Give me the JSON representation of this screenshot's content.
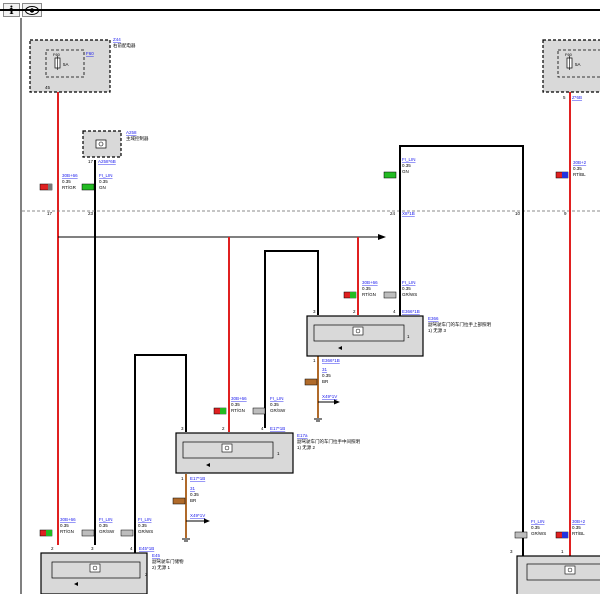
{
  "toolbar": {
    "info_label": "i",
    "view_icon": "eye-icon"
  },
  "colors": {
    "red_wire": "#e02020",
    "black_wire": "#000000",
    "brown_wire": "#b06a2a",
    "link": "#1a1aee",
    "module_fill": "#d9d9d9"
  },
  "modules": {
    "z44": {
      "code": "Z44",
      "name": "右前配电器",
      "fuse": "F60",
      "amp": "5A",
      "pin": "45"
    },
    "a258": {
      "code": "A258",
      "name": "主域控制器",
      "pin": "17",
      "conn": "A258*6B"
    },
    "z44r": {
      "fuse": "F60",
      "amp": "5A",
      "pin": "5",
      "conn": "Z*6B"
    },
    "e366": {
      "code": "E366",
      "name": "副驾驶车门的车门拉手上部照明",
      "note": "1)  无源 3",
      "conn": "E366*1B",
      "pin_a": "3",
      "pin_b": "2",
      "pin_c": "4",
      "pin_d": "1",
      "pin_right": "1"
    },
    "e17a": {
      "code": "E17a",
      "name": "副驾驶车门的车门拉手中间照明",
      "note": "1)  无源 2",
      "conn": "E17*1B",
      "pin_a": "3",
      "pin_b": "2",
      "pin_c": "4",
      "pin_d": "1",
      "pin_right": "1"
    },
    "e45": {
      "code": "E45",
      "name": "副驾驶车门储物",
      "note": "2)  无源 1",
      "conn": "E45*1B",
      "pin_a": "2",
      "pin_b": "3",
      "pin_c": "4",
      "pin_right": "2"
    }
  },
  "splice": {
    "pin_17": "17",
    "pin_23": "23",
    "pin_24": "24",
    "conn": "X8*1B",
    "pin_10": "10",
    "pin_9": "9",
    "pin_3r": "3",
    "pin_1r": "1"
  },
  "wires": {
    "w1": {
      "sig": "30B+66",
      "size": "0.35",
      "color": "RT/GR"
    },
    "w2": {
      "sig": "FI_LIN",
      "size": "0.35",
      "color": "GN"
    },
    "w3": {
      "sig": "FI_LIN",
      "size": "0.35",
      "color": "GN"
    },
    "w4": {
      "sig": "30B+66",
      "size": "0.35",
      "color": "RT/GN"
    },
    "w5": {
      "sig": "FI_LIN",
      "size": "0.35",
      "color": "GR/WS"
    },
    "w6": {
      "sig": "31",
      "size": "0.35",
      "color": "BR"
    },
    "w7": {
      "sig": "30B+66",
      "size": "0.35",
      "color": "RT/GN"
    },
    "w8": {
      "sig": "FI_LIN",
      "size": "0.35",
      "color": "GR/SW"
    },
    "w9": {
      "sig": "31",
      "size": "0.35",
      "color": "BR"
    },
    "w10": {
      "sig": "30B+66",
      "size": "0.35",
      "color": "RT/GN"
    },
    "w11": {
      "sig": "FI_LIN",
      "size": "0.35",
      "color": "GR/SW"
    },
    "w12": {
      "sig": "FI_LIN",
      "size": "0.35",
      "color": "GR/WS"
    },
    "w13": {
      "sig": "30B+2",
      "size": "0.35",
      "color": "RT/BL"
    },
    "w14": {
      "sig": "FI_LIN",
      "size": "0.35",
      "color": "GR/WS"
    },
    "w15": {
      "sig": "30B+2",
      "size": "0.35",
      "color": "RT/BL"
    }
  },
  "grounds": {
    "g1": "X49*1V",
    "g2": "X49*1V"
  }
}
